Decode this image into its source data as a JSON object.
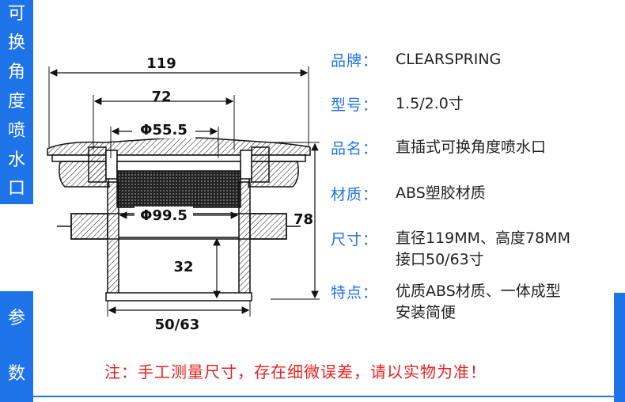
{
  "side_top": [
    "可",
    "换",
    "角",
    "度",
    "喷",
    "水",
    "口"
  ],
  "side_bottom": [
    "参",
    "数"
  ],
  "dimensions": {
    "d119": "119",
    "d72": "72",
    "d55": "Φ55.5",
    "d99": "Φ99.5",
    "d32": "32",
    "d78": "78",
    "d50": "50/63"
  },
  "specs": [
    {
      "label": "品牌：",
      "lines": [
        "CLEARSPRING"
      ]
    },
    {
      "label": "型号：",
      "lines": [
        "1.5/2.0寸"
      ]
    },
    {
      "label": "品名：",
      "lines": [
        "直插式可换角度喷水口"
      ]
    },
    {
      "label": "材质：",
      "lines": [
        "ABS塑胶材质"
      ]
    },
    {
      "label": "尺寸：",
      "lines": [
        "直径119MM、高度78MM",
        "接口50/63寸"
      ]
    },
    {
      "label": "特点：",
      "lines": [
        "优质ABS材质、一体成型",
        "安装简便"
      ]
    }
  ],
  "note": "注：手工测量尺寸，存在细微误差，请以实物为准！",
  "colors": {
    "accent": "#1e73e8",
    "note": "#e8201f"
  }
}
